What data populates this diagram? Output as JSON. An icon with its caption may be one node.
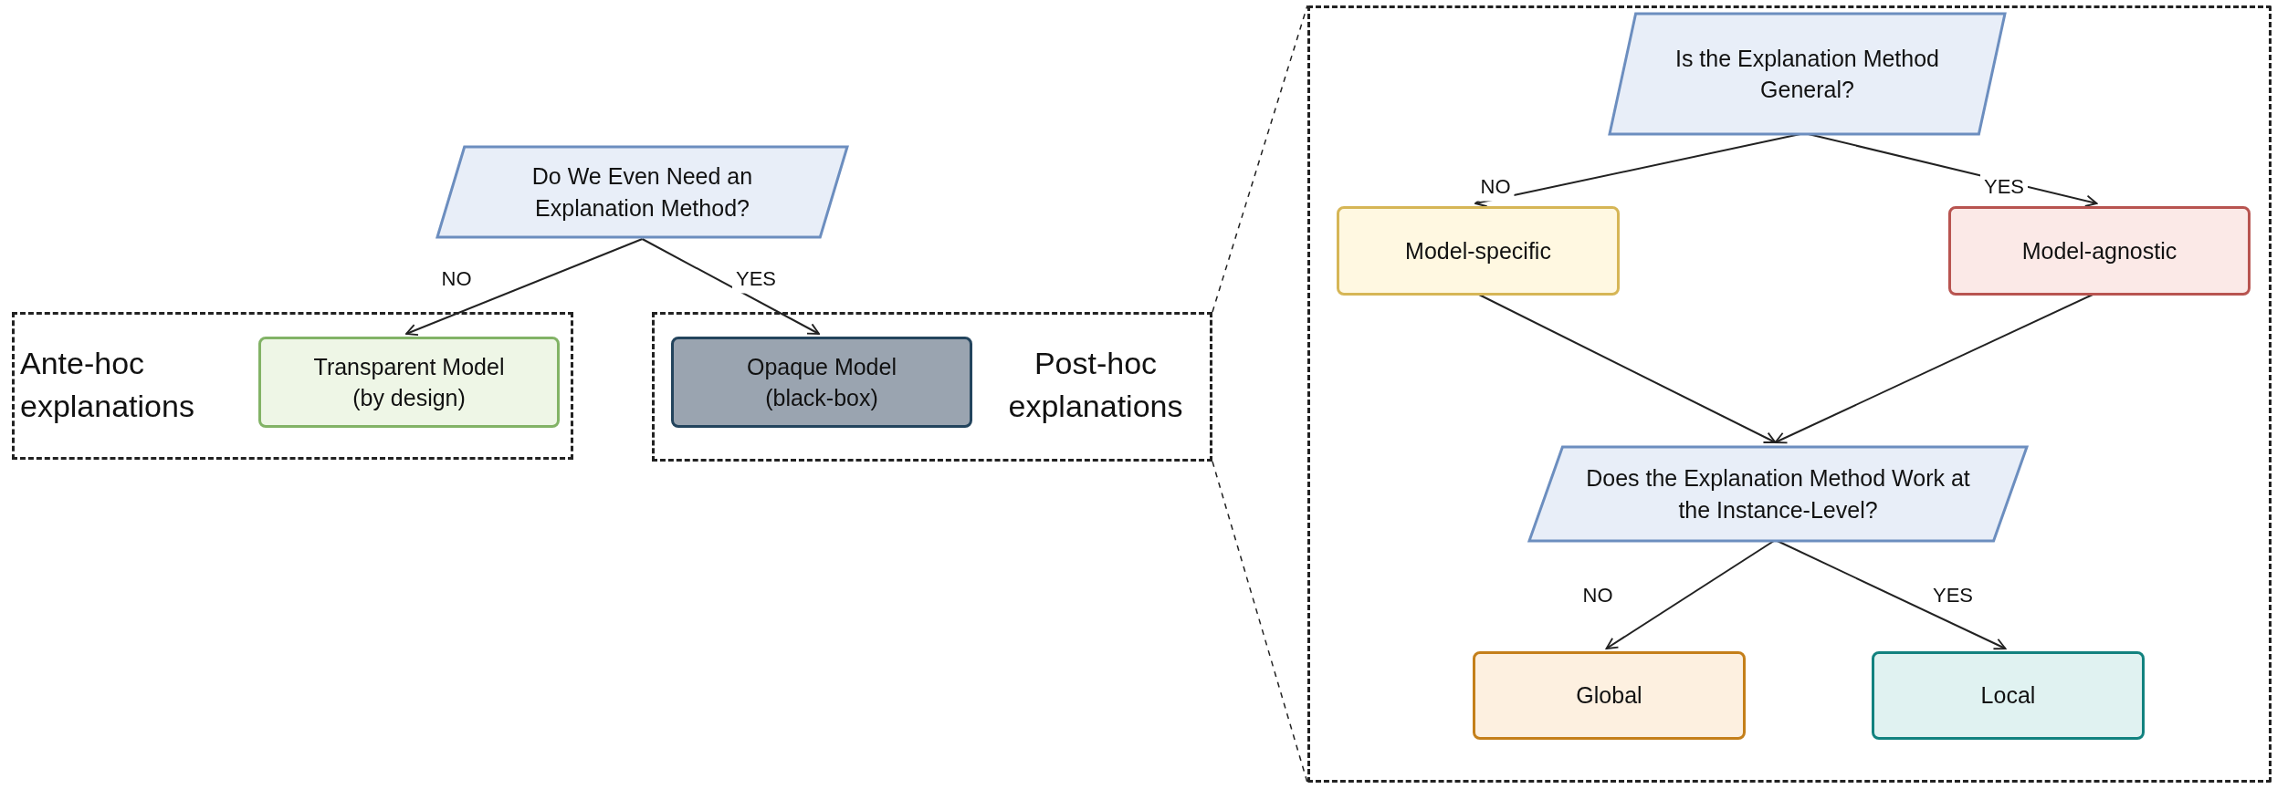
{
  "diagram": {
    "nodes": [
      {
        "text": [
          "Ante-hoc explanations"
        ]
      },
      {
        "text": [
          "Transparent Model (by design)"
        ],
        "in": 0
      },
      {
        "text": [
          "Post-hoc explanations"
        ]
      },
      {
        "text": [
          "Opaque Model (black-box)"
        ],
        "in": 2
      },
      {
        "text": [
          "Do We Even Need an Explanation Method?"
        ]
      },
      {
        "text": [],
        "shape": "box"
      },
      {
        "text": [
          "Is the Explanation Method General?"
        ],
        "in": 5
      },
      {
        "text": [
          "Model-specific"
        ],
        "in": 5
      },
      {
        "text": [
          "Model-agnostic"
        ],
        "in": 5
      },
      {
        "text": [
          "Does the Explanation Method Work at the Instance-Level?"
        ],
        "in": 5
      },
      {
        "text": [
          "Global"
        ],
        "in": 5
      },
      {
        "text": [
          "Local"
        ],
        "in": 5
      }
    ],
    "edges": [
      {
        "from": 4,
        "to": 1,
        "arrow": "to",
        "label": "NO"
      },
      {
        "from": 4,
        "to": 3,
        "arrow": "to",
        "label": "YES"
      },
      {
        "from": 2,
        "to": 5,
        "arrow": "none",
        "style": "dashed"
      },
      {
        "from": 2,
        "to": 5,
        "arrow": "none",
        "style": "dashed"
      },
      {
        "from": 6,
        "to": 7,
        "arrow": "to",
        "label": "NO"
      },
      {
        "from": 6,
        "to": 8,
        "arrow": "to",
        "label": "YES"
      },
      {
        "from": 7,
        "to": 9,
        "arrow": "to"
      },
      {
        "from": 8,
        "to": 9,
        "arrow": "to"
      },
      {
        "from": 9,
        "to": 10,
        "arrow": "to",
        "label": "NO"
      },
      {
        "from": 9,
        "to": 11,
        "arrow": "to",
        "label": "YES"
      }
    ]
  }
}
